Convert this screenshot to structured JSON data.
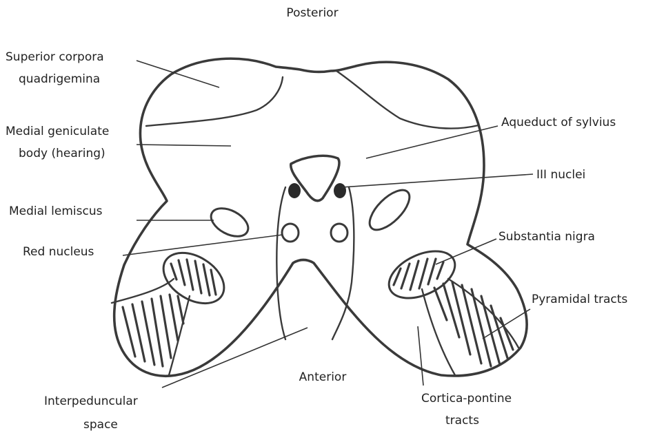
{
  "orientation": {
    "top": "Posterior",
    "bottom": "Anterior"
  },
  "labels": {
    "superior_corpora_line1": "Superior corpora",
    "superior_corpora_line2": "quadrigemina",
    "medial_geniculate_line1": "Medial geniculate",
    "medial_geniculate_line2": "body (hearing)",
    "medial_lemiscus": "Medial lemiscus",
    "red_nucleus": "Red nucleus",
    "interpeduncular_line1": "Interpeduncular",
    "interpeduncular_line2": "space",
    "aqueduct": "Aqueduct of sylvius",
    "iii_nuclei": "III nuclei",
    "substantia_nigra": "Substantia nigra",
    "pyramidal_tracts": "Pyramidal tracts",
    "cortica_pontine_line1": "Cortica-pontine",
    "cortica_pontine_line2": "tracts"
  },
  "colors": {
    "stroke": "#3a3a3a",
    "text": "#222222",
    "background": "#ffffff"
  }
}
